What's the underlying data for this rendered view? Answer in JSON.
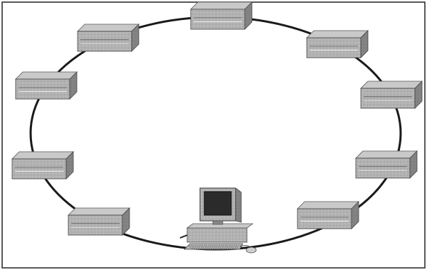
{
  "diagram": {
    "topology": "ring",
    "ring_node_count": 10,
    "nodes": [
      {
        "kind": "server-box",
        "icon": "server-box-icon"
      },
      {
        "kind": "server-box",
        "icon": "server-box-icon"
      },
      {
        "kind": "server-box",
        "icon": "server-box-icon"
      },
      {
        "kind": "server-box",
        "icon": "server-box-icon"
      },
      {
        "kind": "server-box",
        "icon": "server-box-icon"
      },
      {
        "kind": "server-box",
        "icon": "server-box-icon"
      },
      {
        "kind": "server-box",
        "icon": "server-box-icon"
      },
      {
        "kind": "server-box",
        "icon": "server-box-icon"
      },
      {
        "kind": "server-box",
        "icon": "server-box-icon"
      },
      {
        "kind": "workstation",
        "icon": "desktop-computer-icon"
      }
    ],
    "colors": {
      "background": "#ffffff",
      "frame": "#222222",
      "ring": "#1a1a1a",
      "box_top": "#c9c9c9",
      "box_front": "#a9a9a9",
      "box_side": "#7a7a7a",
      "screen": "#2b2b2b"
    }
  }
}
